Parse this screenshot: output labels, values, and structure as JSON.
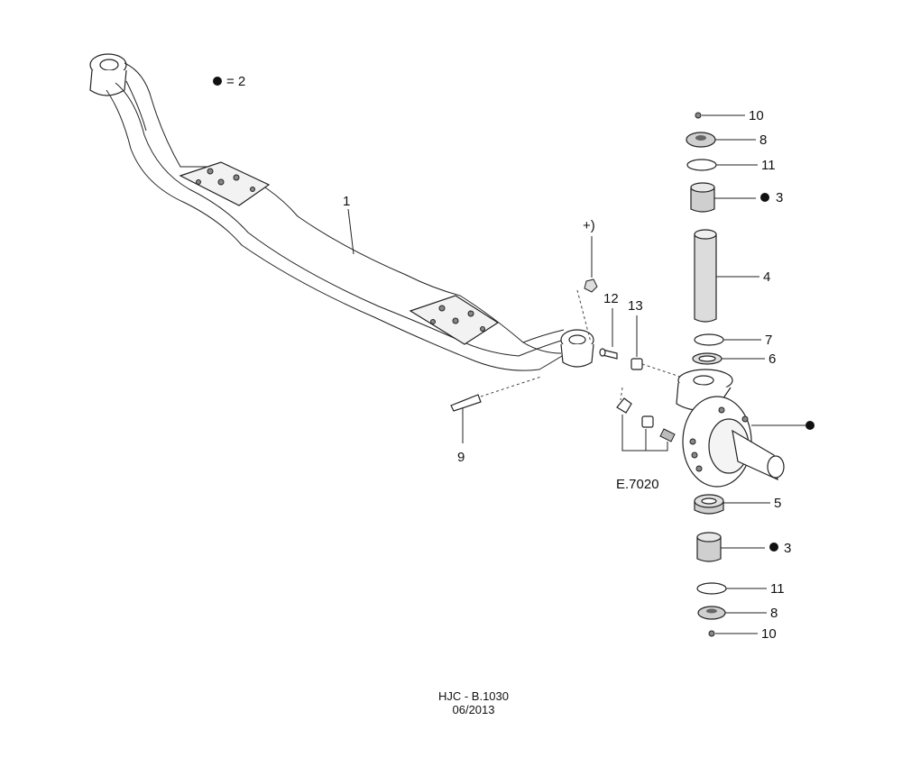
{
  "legend": {
    "text": "= 2"
  },
  "callouts": {
    "p1": "1",
    "pplus": "+)",
    "p12": "12",
    "p13": "13",
    "p9": "9",
    "pE": "E.7020",
    "p10a": "10",
    "p8a": "8",
    "p11a": "11",
    "p3a": "3",
    "p4": "4",
    "p7": "7",
    "p6": "6",
    "p5": "5",
    "p3b": "3",
    "p11b": "11",
    "p8b": "8",
    "p10b": "10"
  },
  "footer": {
    "code": "HJC - B.1030",
    "date": "06/2013"
  }
}
